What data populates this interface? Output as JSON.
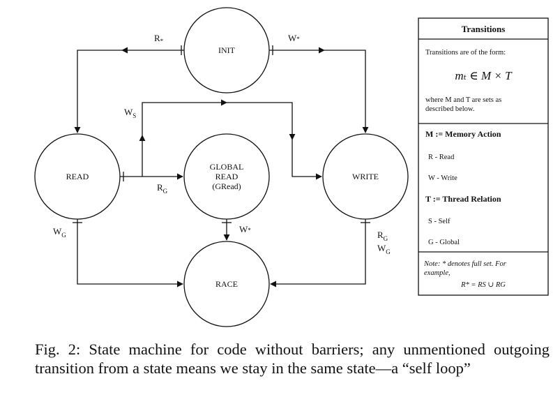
{
  "states": {
    "init": "INIT",
    "read": "READ",
    "global_read": [
      "GLOBAL",
      "READ",
      "(GRead)"
    ],
    "write": "WRITE",
    "race": "RACE"
  },
  "edges": {
    "init_to_read": {
      "main": "R",
      "sub": "*"
    },
    "init_to_write": {
      "main": "W",
      "sub": "*"
    },
    "read_to_write": {
      "main": "W",
      "sub": "S"
    },
    "read_to_global": {
      "main": "R",
      "sub": "G"
    },
    "read_to_race": {
      "main": "W",
      "sub": "G"
    },
    "global_to_race": {
      "main": "W",
      "sub": "*"
    },
    "write_to_race_1": {
      "main": "R",
      "sub": "G"
    },
    "write_to_race_2": {
      "main": "W",
      "sub": "G"
    }
  },
  "panel": {
    "title": "Transitions",
    "intro": "Transitions are of the form:",
    "formula": "mₜ ∈ M × T",
    "desc_1": "where M and T are sets as",
    "desc_2": "described below.",
    "m_heading": "M := Memory Action",
    "m_items": [
      "R - Read",
      "W - Write"
    ],
    "t_heading": "T := Thread Relation",
    "t_items": [
      "S - Self",
      "G - Global"
    ],
    "note_1": "Note: * denotes full set. For",
    "note_2": "example,",
    "note_formula": "R* = RS ∪ RG"
  },
  "caption": "Fig. 2: State machine for code without barriers; any unmentioned outgoing transition from a state means we stay in the same state—a “self loop”"
}
